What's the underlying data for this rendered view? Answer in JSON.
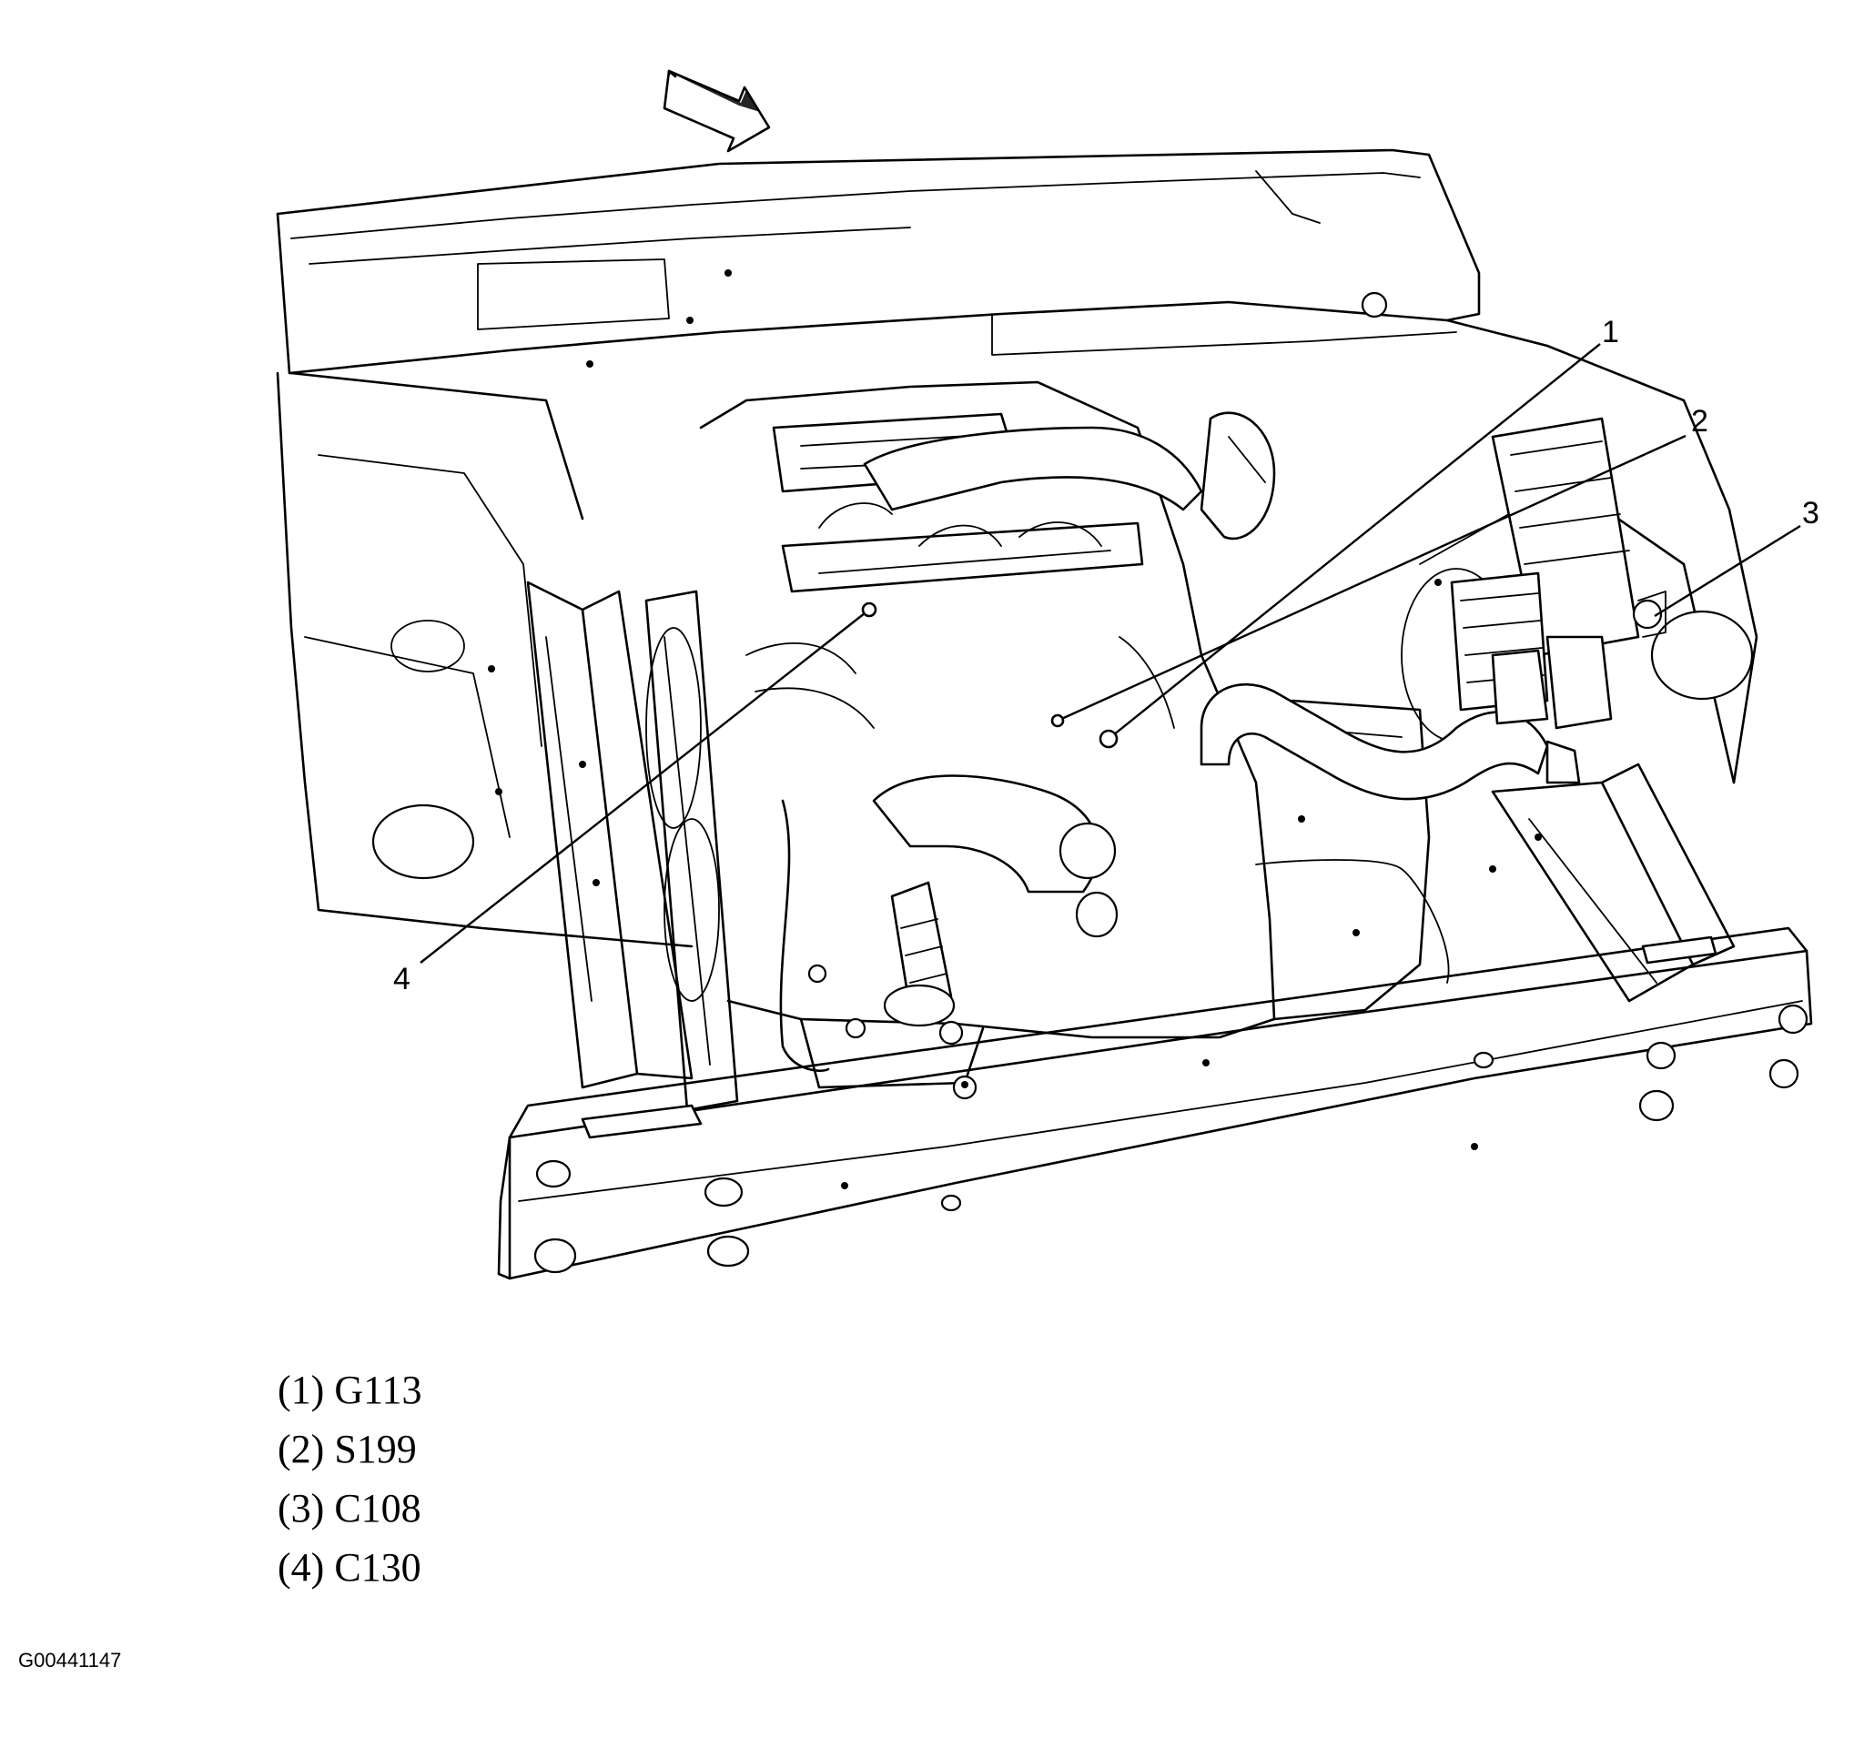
{
  "callouts": {
    "c1": "1",
    "c2": "2",
    "c3": "3",
    "c4": "4"
  },
  "legend": [
    {
      "number": "(1)",
      "code": "G113"
    },
    {
      "number": "(2)",
      "code": "S199"
    },
    {
      "number": "(3)",
      "code": "C108"
    },
    {
      "number": "(4)",
      "code": "C130"
    }
  ],
  "figure_id": "G00441147",
  "icons": {
    "direction_arrow": "forward-arrow-icon"
  },
  "colors": {
    "ink": "#000000",
    "paper": "#ffffff"
  }
}
